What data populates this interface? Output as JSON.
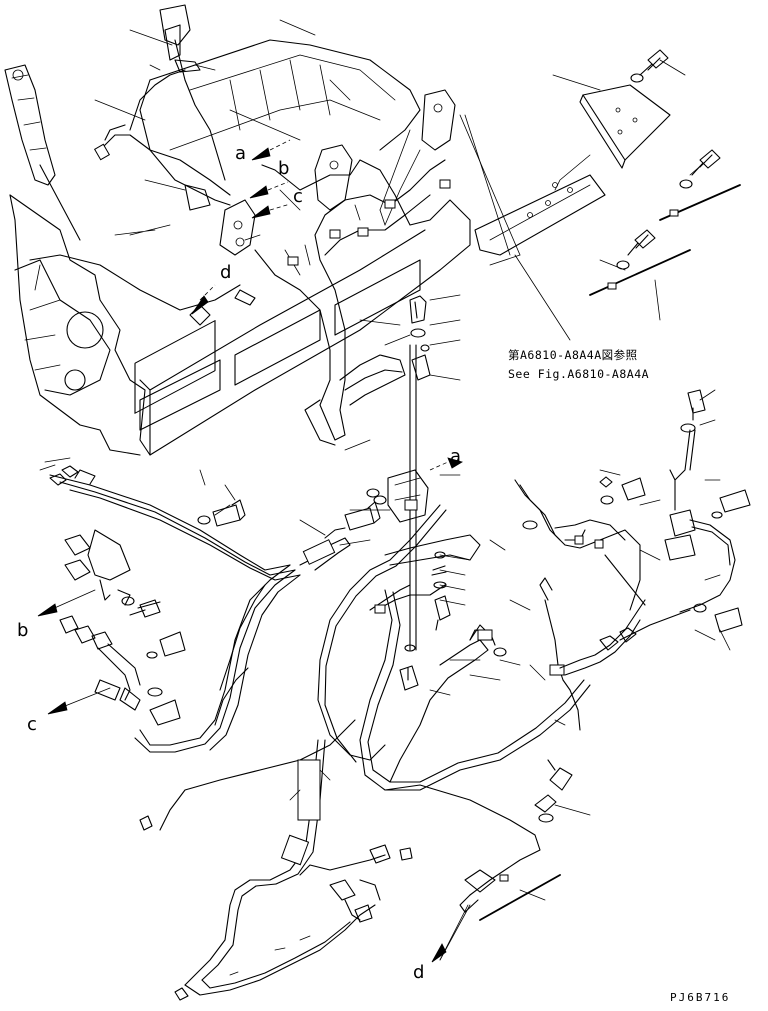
{
  "diagram": {
    "callouts": {
      "a_upper": "a",
      "b_upper": "b",
      "c_upper": "c",
      "d_upper": "d",
      "a_lower": "a",
      "b_lower": "b",
      "c_lower": "c",
      "d_lower": "d"
    },
    "reference_jp": "第A6810-A8A4A図参照",
    "reference_en": "See Fig.A6810-A8A4A",
    "drawing_code": "PJ6B716"
  }
}
